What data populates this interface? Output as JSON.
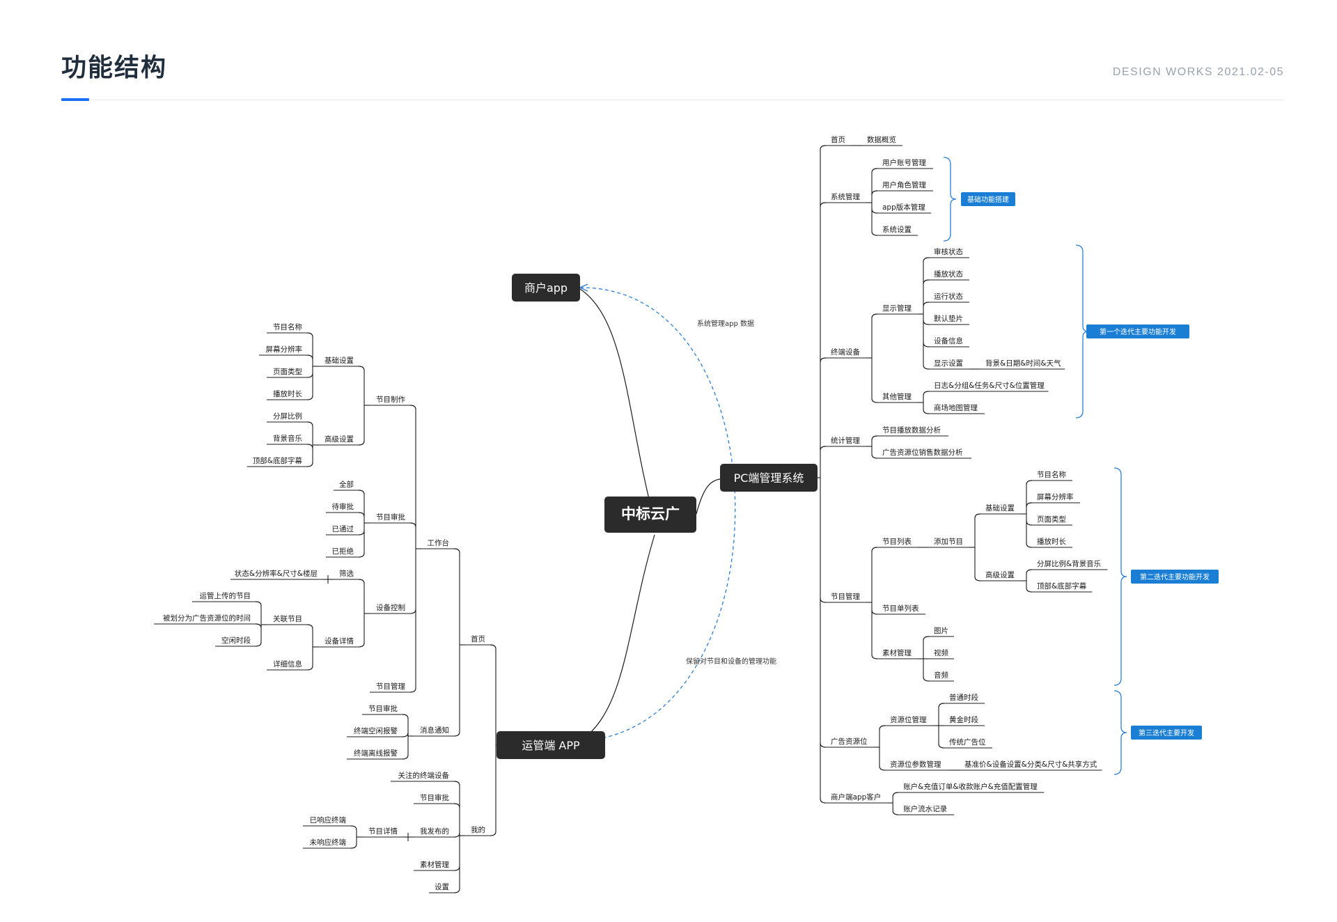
{
  "header": {
    "title": "功能结构",
    "subtitle": "DESIGN WORKS 2021.02-05"
  },
  "mindmap": {
    "root": "中标云广",
    "main_nodes": {
      "merchant": "商户app",
      "pc": "PC端管理系统",
      "ops": "运管端 APP"
    },
    "annotations": {
      "top": "系统管理app 数据",
      "bottom": "保留对节目和设备的管理功能"
    },
    "tags": [
      "基础功能搭建",
      "第一个迭代主要功能开发",
      "第二迭代主要功能开发",
      "第三迭代主要开发"
    ],
    "pc": [
      "首页",
      "数据概览",
      "系统管理",
      "用户账号管理",
      "用户角色管理",
      "app版本管理",
      "系统设置",
      "终端设备",
      "显示管理",
      "审核状态",
      "播放状态",
      "运行状态",
      "默认垫片",
      "设备信息",
      "显示设置",
      "背景&日期&时间&天气",
      "其他管理",
      "日志&分组&任务&尺寸&位置管理",
      "商场地图管理",
      "统计管理",
      "节目播放数据分析",
      "广告资源位销售数据分析",
      "节目管理",
      "节目列表",
      "添加节目",
      "基础设置",
      "节目名称",
      "屏幕分辨率",
      "页面类型",
      "播放时长",
      "高级设置",
      "分屏比例&背景音乐",
      "顶部&底部字幕",
      "节目单列表",
      "素材管理",
      "图片",
      "视频",
      "音频",
      "广告资源位",
      "资源位管理",
      "普通时段",
      "黄金时段",
      "传统广告位",
      "资源位参数管理",
      "基准价&设备设置&分类&尺寸&共享方式",
      "商户端app客户",
      "账户&充值订单&收款账户&充值配置管理",
      "账户流水记录"
    ],
    "ops": [
      "首页",
      "工作台",
      "节目制作",
      "基础设置",
      "节目名称",
      "屏幕分辨率",
      "页面类型",
      "播放时长",
      "高级设置",
      "分屏比例",
      "背景音乐",
      "顶部&底部字幕",
      "节目审批",
      "全部",
      "待审批",
      "已通过",
      "已拒绝",
      "设备控制",
      "筛选",
      "状态&分辨率&尺寸&楼层",
      "设备详情",
      "关联节目",
      "运管上传的节目",
      "被划分为广告资源位的时间",
      "空闲时段",
      "详细信息",
      "节目管理",
      "消息通知",
      "节目审批",
      "终端空闲报警",
      "终端离线报警",
      "我的",
      "关注的终端设备",
      "节目审批",
      "我发布的",
      "节目详情",
      "已响应终端",
      "未响应终端",
      "素材管理",
      "设置"
    ]
  }
}
